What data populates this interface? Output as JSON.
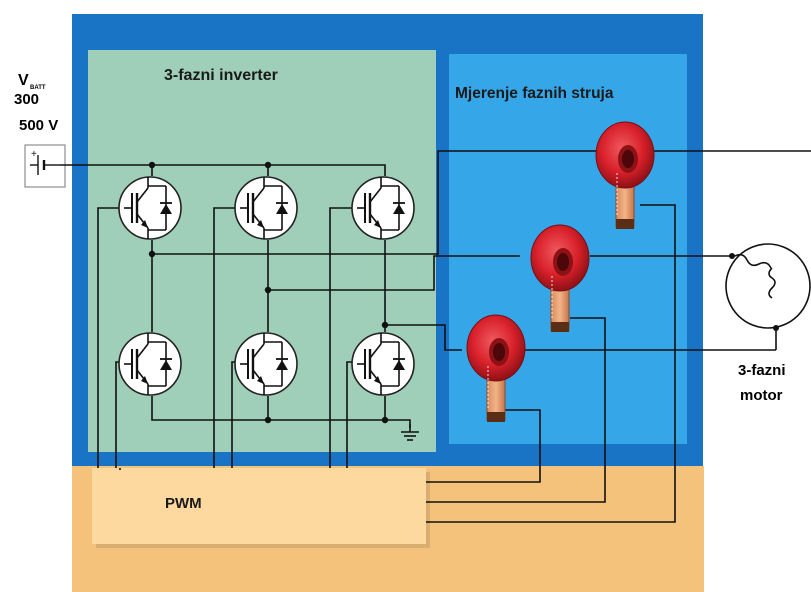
{
  "labels": {
    "battery_symbol": "V",
    "battery_subscript": "BATT",
    "battery_v1": "300",
    "battery_v2": "500 V",
    "inverter_title": "3-fazni inverter",
    "measurement_title": "Mjerenje faznih struja",
    "pwm": "PWM",
    "motor_line1": "3-fazni",
    "motor_line2": "motor"
  },
  "colors": {
    "outer_frame": "#1a74c6",
    "inverter_panel": "#9fcfb8",
    "measurement_panel": "#35a7e8",
    "pwm_band": "#f4c27a",
    "pwm_box": "#fdd9a0",
    "sensor_red": "#d8202a"
  },
  "icons": {
    "transistor": "igbt-with-diode-icon",
    "sensor": "current-sensor-ring-icon",
    "battery": "battery-icon",
    "ground": "ground-icon",
    "motor": "motor-windings-icon"
  }
}
